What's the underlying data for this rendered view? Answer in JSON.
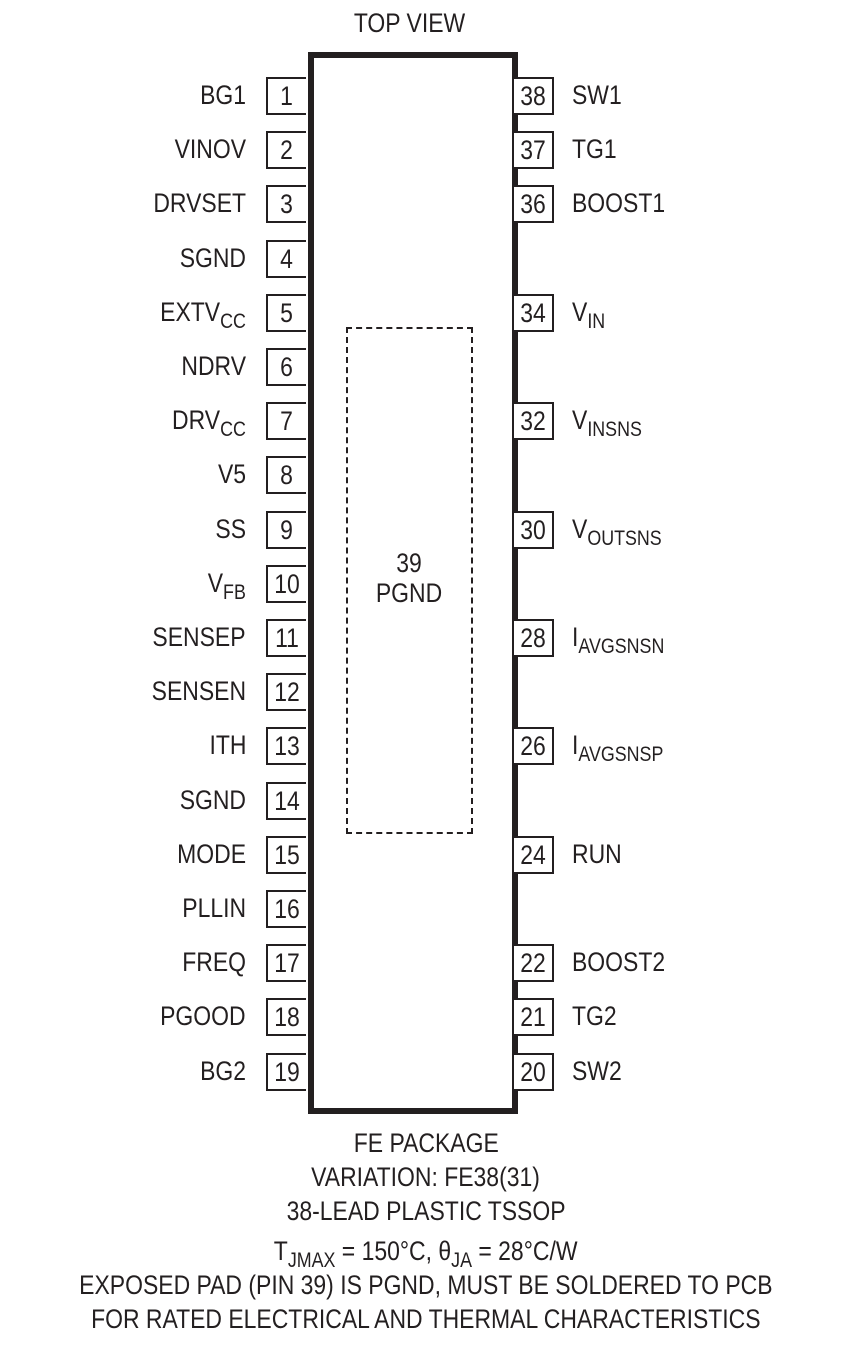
{
  "title": "TOP VIEW",
  "exposed_pad": {
    "number": "39",
    "name": "PGND"
  },
  "left_pins": [
    {
      "num": "1",
      "name": "BG1",
      "sub": ""
    },
    {
      "num": "2",
      "name": "VINOV",
      "sub": ""
    },
    {
      "num": "3",
      "name": "DRVSET",
      "sub": ""
    },
    {
      "num": "4",
      "name": "SGND",
      "sub": ""
    },
    {
      "num": "5",
      "name": "EXTV",
      "sub": "CC"
    },
    {
      "num": "6",
      "name": "NDRV",
      "sub": ""
    },
    {
      "num": "7",
      "name": "DRV",
      "sub": "CC"
    },
    {
      "num": "8",
      "name": "V5",
      "sub": ""
    },
    {
      "num": "9",
      "name": "SS",
      "sub": ""
    },
    {
      "num": "10",
      "name": "V",
      "sub": "FB"
    },
    {
      "num": "11",
      "name": "SENSEP",
      "sub": ""
    },
    {
      "num": "12",
      "name": "SENSEN",
      "sub": ""
    },
    {
      "num": "13",
      "name": "ITH",
      "sub": ""
    },
    {
      "num": "14",
      "name": "SGND",
      "sub": ""
    },
    {
      "num": "15",
      "name": "MODE",
      "sub": ""
    },
    {
      "num": "16",
      "name": "PLLIN",
      "sub": ""
    },
    {
      "num": "17",
      "name": "FREQ",
      "sub": ""
    },
    {
      "num": "18",
      "name": "PGOOD",
      "sub": ""
    },
    {
      "num": "19",
      "name": "BG2",
      "sub": ""
    }
  ],
  "right_pins": [
    {
      "num": "38",
      "name": "SW1",
      "sub": "",
      "row": 0
    },
    {
      "num": "37",
      "name": "TG1",
      "sub": "",
      "row": 1
    },
    {
      "num": "36",
      "name": "BOOST1",
      "sub": "",
      "row": 2
    },
    {
      "num": "34",
      "name": "V",
      "sub": "IN",
      "row": 4
    },
    {
      "num": "32",
      "name": "V",
      "sub": "INSNS",
      "row": 6
    },
    {
      "num": "30",
      "name": "V",
      "sub": "OUTSNS",
      "row": 8
    },
    {
      "num": "28",
      "name": "I",
      "sub": "AVGSNSN",
      "row": 10
    },
    {
      "num": "26",
      "name": "I",
      "sub": "AVGSNSP",
      "row": 12
    },
    {
      "num": "24",
      "name": "RUN",
      "sub": "",
      "row": 14
    },
    {
      "num": "22",
      "name": "BOOST2",
      "sub": "",
      "row": 16
    },
    {
      "num": "21",
      "name": "TG2",
      "sub": "",
      "row": 17
    },
    {
      "num": "20",
      "name": "SW2",
      "sub": "",
      "row": 18
    }
  ],
  "notes": {
    "package": "FE PACKAGE",
    "variation": "VARIATION: FE38(31)",
    "lead": "38-LEAD PLASTIC TSSOP",
    "thermal": {
      "tj_sym": "T",
      "tj_sub": "JMAX",
      "tj_val": " = 150°C, ",
      "theta_sym": "θ",
      "theta_sub": "JA",
      "theta_val": " = 28°C/W"
    },
    "pad_note_1": "EXPOSED PAD (PIN 39) IS PGND, MUST BE SOLDERED TO PCB",
    "pad_note_2": "FOR RATED ELECTRICAL AND THERMAL CHARACTERISTICS"
  }
}
